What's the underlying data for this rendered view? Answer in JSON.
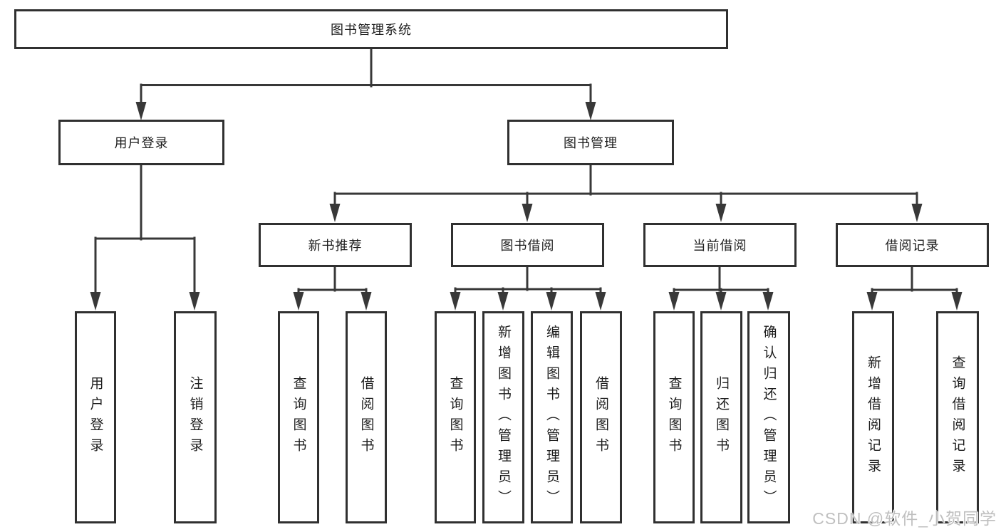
{
  "colors": {
    "background": "#ffffff",
    "line": "#383838",
    "box_border": "#303030",
    "box_fill": "#ffffff",
    "text": "#1c1c1c",
    "watermark_text": "#bfbfbf"
  },
  "watermark": "CSDN @软件_小贺同学",
  "nodes": {
    "root": {
      "label": "图书管理系统"
    },
    "user_login_branch": {
      "label": "用户登录",
      "children": [
        "用户登录",
        "注销登录"
      ]
    },
    "book_mgmt_branch": {
      "label": "图书管理",
      "children": {
        "new_book_recommend": {
          "label": "新书推荐",
          "children": [
            "查询图书",
            "借阅图书"
          ]
        },
        "book_borrow": {
          "label": "图书借阅",
          "children": [
            "查询图书",
            "新增图书（管理员）",
            "编辑图书（管理员）",
            "借阅图书"
          ]
        },
        "current_borrow": {
          "label": "当前借阅",
          "children": [
            "查询图书",
            "归还图书",
            "确认归还（管理员）"
          ]
        },
        "borrow_record": {
          "label": "借阅记录",
          "children": [
            "新增借阅记录",
            "查询借阅记录"
          ]
        }
      }
    }
  }
}
